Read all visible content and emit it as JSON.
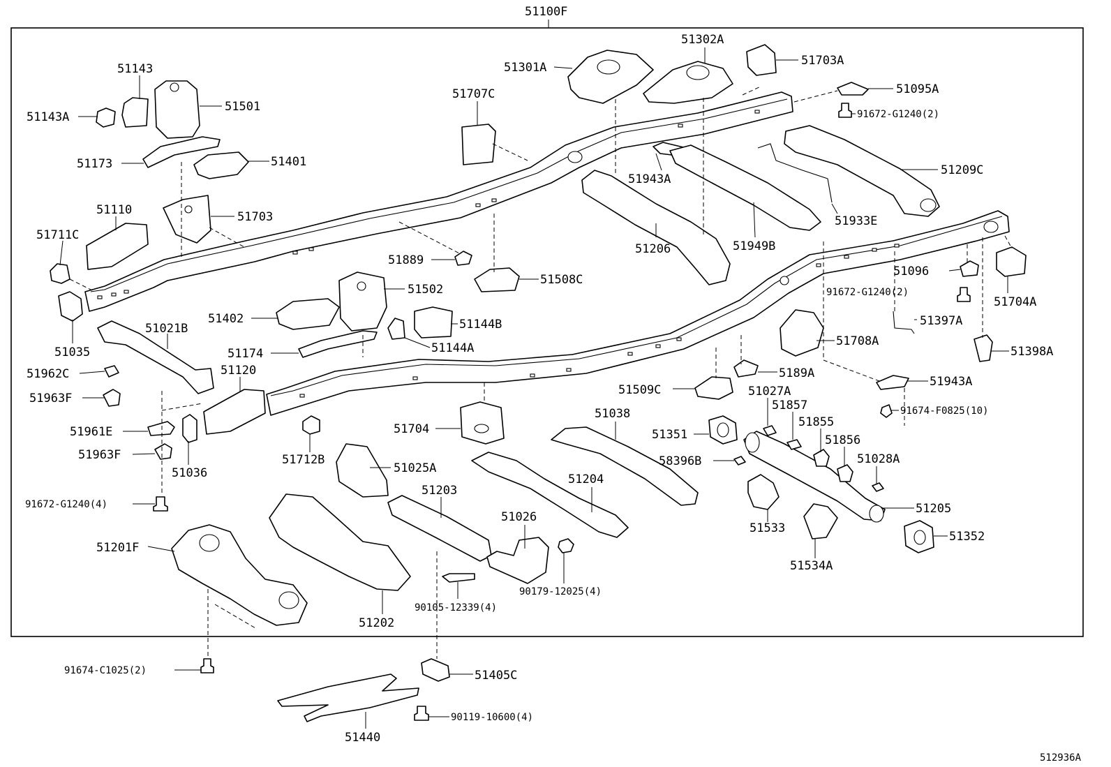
{
  "diagram": {
    "assembly_label": "51100F",
    "figure_id": "512936A",
    "callouts": {
      "c51143": "51143",
      "c51143A": "51143A",
      "c51501": "51501",
      "c51173": "51173",
      "c51401": "51401",
      "c51110": "51110",
      "c51703": "51703",
      "c51711C": "51711C",
      "c51035": "51035",
      "c51021B": "51021B",
      "c51962C": "51962C",
      "c51963F_a": "51963F",
      "c51961E": "51961E",
      "c51963F_b": "51963F",
      "c51036": "51036",
      "c91672_G1240_4": "91672-G1240(4)",
      "c51201F": "51201F",
      "c51120": "51120",
      "c51174": "51174",
      "c51402": "51402",
      "c51502": "51502",
      "c51144B": "51144B",
      "c51144A": "51144A",
      "c51889": "51889",
      "c51508C": "51508C",
      "c51707C": "51707C",
      "c51301A": "51301A",
      "c51302A": "51302A",
      "c51703A": "51703A",
      "c51095A": "51095A",
      "c91672_G1240_2a": "91672-G1240(2)",
      "c51209C": "51209C",
      "c51933E": "51933E",
      "c51943A_a": "51943A",
      "c51949B": "51949B",
      "c51206": "51206",
      "c51096": "51096",
      "c51704A": "51704A",
      "c91672_G1240_2b": "91672-G1240(2)",
      "c51397A": "51397A",
      "c51398A": "51398A",
      "c51708A": "51708A",
      "c5189A": "5189A",
      "c51943A_b": "51943A",
      "c91674_F0825_10": "91674-F0825(10)",
      "c51509C": "51509C",
      "c51027A": "51027A",
      "c51857": "51857",
      "c51855": "51855",
      "c51856": "51856",
      "c51028A": "51028A",
      "c51351": "51351",
      "c58396B": "58396B",
      "c51038": "51038",
      "c51205": "51205",
      "c51352": "51352",
      "c51533": "51533",
      "c51534A": "51534A",
      "c51704": "51704",
      "c51712B": "51712B",
      "c51025A": "51025A",
      "c51203": "51203",
      "c51204": "51204",
      "c51026": "51026",
      "c90179_12025_4": "90179-12025(4)",
      "c90105_12339_4": "90105-12339(4)",
      "c51202": "51202",
      "c91674_C1025_2": "91674-C1025(2)",
      "c51405C": "51405C",
      "c90119_10600_4": "90119-10600(4)",
      "c51440": "51440"
    }
  }
}
